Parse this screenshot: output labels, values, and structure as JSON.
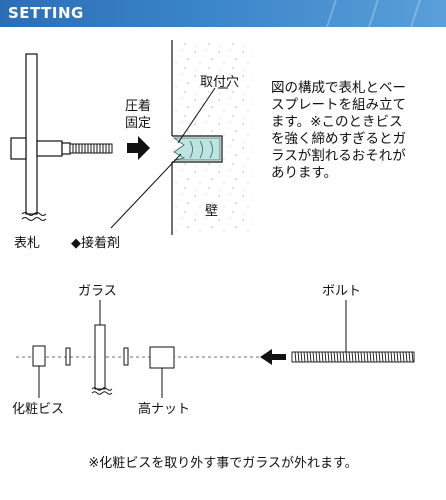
{
  "header": {
    "title": "SETTING"
  },
  "top_diagram": {
    "hole_label": "取付穴",
    "tighten_label": [
      "圧着",
      "固定"
    ],
    "wall_label": "壁",
    "nameplate_label": "表札",
    "adhesive_label": "◆接着剤"
  },
  "description": {
    "lines": [
      "図の構成で表札とベー",
      "スプレートを組み立て",
      "ます。※このときビス",
      "を強く締めすぎるとガ",
      "ラスが割れるおそれが",
      "あります。"
    ]
  },
  "bottom_diagram": {
    "glass_label": "ガラス",
    "bolt_label": "ボルト",
    "cosmetic_screw_label": "化粧ビス",
    "tall_nut_label": "高ナット"
  },
  "footer": {
    "note": "※化粧ビスを取り外す事でガラスが外れます。"
  },
  "colors": {
    "header": "#3a84c9",
    "adhesive": "#bfe3e0",
    "arrow": "#111111"
  }
}
